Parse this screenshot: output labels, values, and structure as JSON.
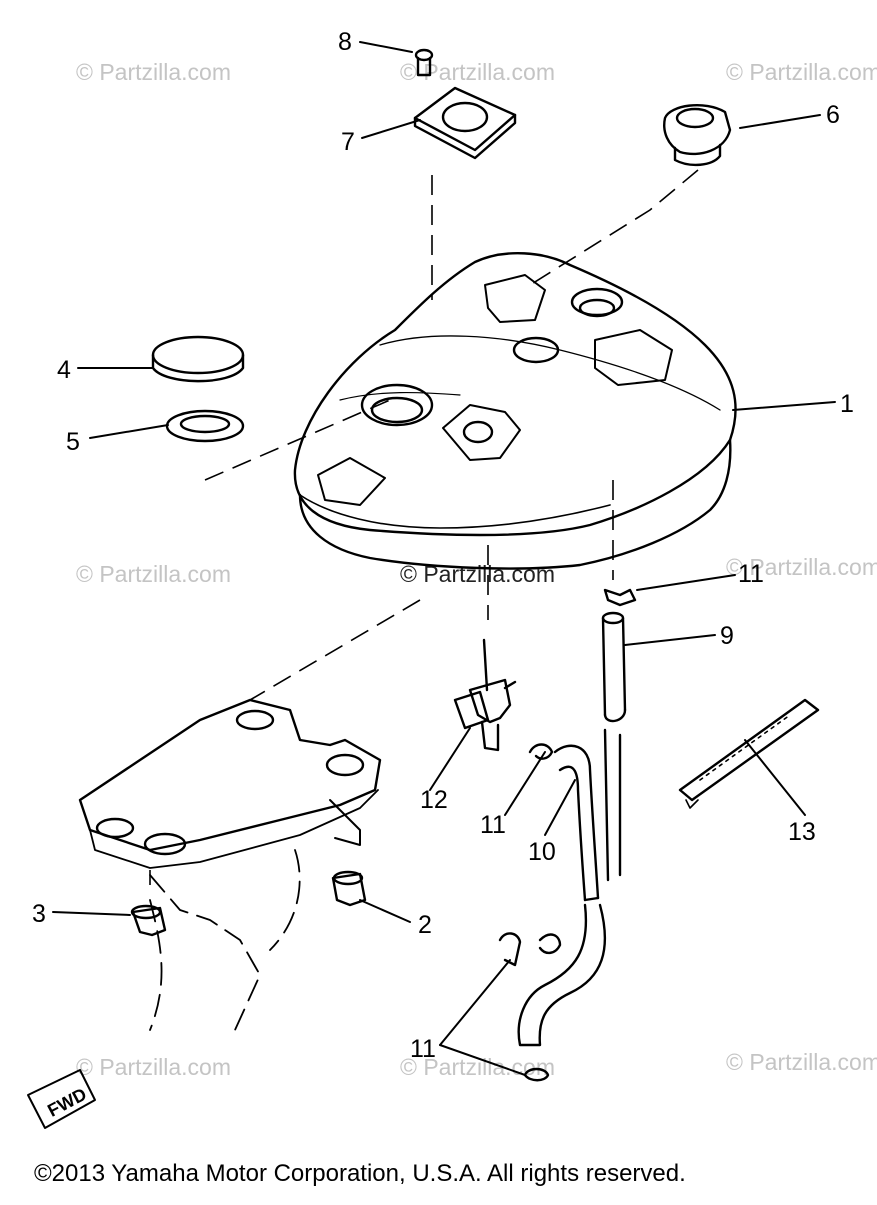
{
  "watermark": "© Partzilla.com",
  "watermark_center": "© Partzilla.com",
  "callouts": {
    "c1": "1",
    "c2": "2",
    "c3": "3",
    "c4": "4",
    "c5": "5",
    "c6": "6",
    "c7": "7",
    "c8": "8",
    "c9": "9",
    "c10": "10",
    "c11a": "11",
    "c11b": "11",
    "c11c": "11",
    "c12": "12",
    "c13": "13"
  },
  "fwd_label": "FWD",
  "copyright": "©2013 Yamaha Motor Corporation, U.S.A. All rights reserved."
}
